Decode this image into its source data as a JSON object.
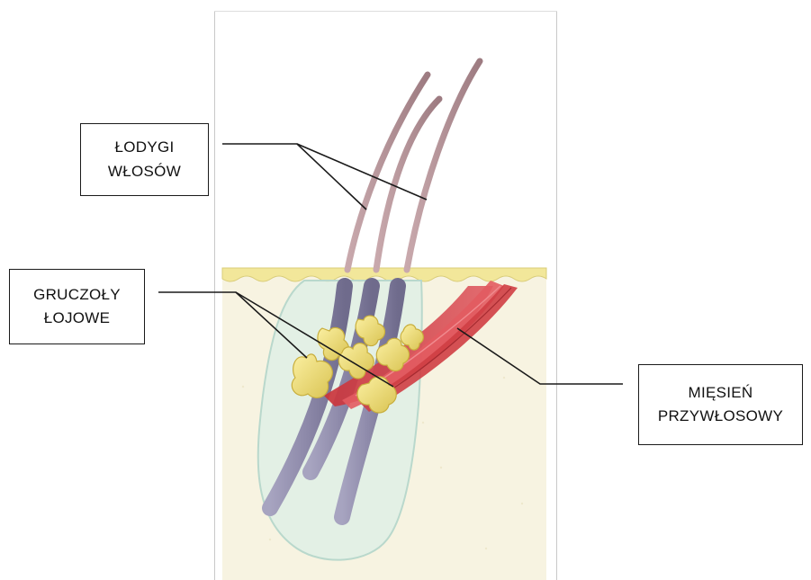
{
  "labels": {
    "hair_stems": {
      "line1": "ŁODYGI",
      "line2": "WŁOSÓW"
    },
    "sebaceous_glands": {
      "line1": "GRUCZOŁY",
      "line2": "ŁOJOWE"
    },
    "arrector_muscle": {
      "line1": "MIĘSIEŃ",
      "line2": "PRZYWŁOSOWY"
    }
  },
  "colors": {
    "skin_surface": "#f2e79a",
    "dermis": "#f7f3e1",
    "follicle_sheath": "#dcefe6",
    "hair_root": "#8d8aa8",
    "hair_shaft": "#b8949a",
    "gland": "#eedb74",
    "muscle": "#d9474a",
    "leader_line": "#1a1a1a"
  }
}
